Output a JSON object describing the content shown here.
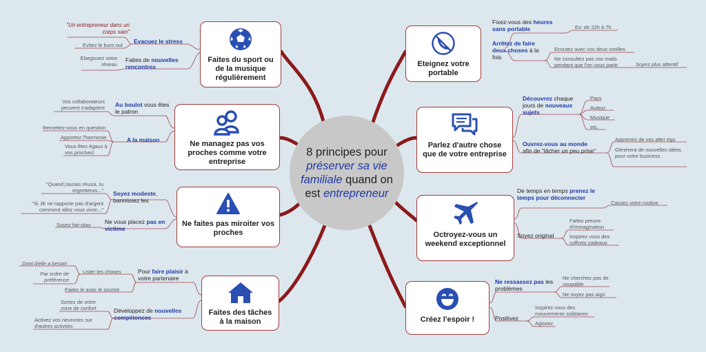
{
  "center": {
    "pre": "8 principes pour",
    "em1": "préserver sa vie familiale",
    "mid": "quand on est",
    "em2": "entrepreneur"
  },
  "nodes": {
    "sport": {
      "label": "Faites du sport ou de la musique régulièrement",
      "icon": "soccer-ball-icon"
    },
    "manage": {
      "label": "Ne managez pas vos proches comme votre entreprise",
      "icon": "users-icon"
    },
    "mirror": {
      "label": "Ne faites pas miroiter vos proches",
      "icon": "warning-icon"
    },
    "house": {
      "label": "Faites des tâches à la maison",
      "icon": "house-icon"
    },
    "phone": {
      "label": "Eteignez votre portable",
      "icon": "phone-off-icon"
    },
    "talk": {
      "label": "Parlez d'autre chose que de votre entreprise",
      "icon": "chat-icon"
    },
    "weekend": {
      "label": "Octroyez-vous un weekend exceptionnel",
      "icon": "airplane-icon"
    },
    "hope": {
      "label": "Créez l'espoir !",
      "icon": "smile-icon"
    }
  },
  "sport": {
    "quote": "\"Un entrepreneur dans un corps sain\"",
    "stress_b": "Evacuez le stress",
    "stress_sub": "Evitez le burn out",
    "renc_pre": "Faites de",
    "renc_b": "nouvelles rencontres",
    "renc_sub": "Elargissez votre réseau"
  },
  "manage": {
    "boulot_b": "Au boulot",
    "boulot_rest": "vous êtes le patron",
    "boulot_sub": "Vos collaborateurs peuvent s'adaptent",
    "maison_b": "A la maison",
    "maison_sub1": "Remettez-vous en question",
    "maison_sub2": "Apportez l'harmonie",
    "maison_sub3": "Vous êtes égaux à vos proches!"
  },
  "mirror": {
    "modeste_b": "Soyez modeste",
    "modeste_rest": "bannissez les",
    "q1": "\"Quand j'aurais réussi, tu regretteras...\"",
    "q2": "\"Si JE ne rapporte pas d'argent comment allez vous vivre...\"",
    "victime_pre": "Ne vous placez",
    "victime_b": "pas en victime",
    "victime_sub": "Soyez fair-play"
  },
  "house": {
    "plaisir_pre": "Pour",
    "plaisir_b": "faire plaisir",
    "plaisir_rest": "à votre partenaire",
    "lister": "Lister les choses",
    "dont": "Dont il/elle a besoin",
    "ordre": "Par ordre de préférence",
    "sourire": "Faites le avec le sourire",
    "comp_pre": "Développez de",
    "comp_b": "nouvelles compétences",
    "comp_sub1": "Sortez de votre zone de confort",
    "comp_sub2": "Activez vos neurones sur d'autres activités"
  },
  "phone": {
    "heures_pre": "Fixez-vous des",
    "heures_b": "heures sans portable",
    "heures_sub": "Ex: de 22h à 7h",
    "arret_b": "Arrêtez de faire deux choses",
    "arret_rest": "à la fois",
    "arret_sub1": "Ecoutez avec vos deux oreilles",
    "arret_sub2": "Ne consultez pas vos mails pendant que l'on vous parle",
    "arret_sub3": "Soyez plus attentif"
  },
  "talk": {
    "dec_b": "Découvrez",
    "dec_rest": "chaque jours de",
    "dec_b2": "nouveaux sujets",
    "pays": "Pays",
    "auteur": "Auteur",
    "musique": "Musique",
    "etc": "etc.",
    "ouv_b": "Ouvrez-vous au monde",
    "ouv_rest": "afin de \"lâcher un peu prise\"",
    "ouv_sub1": "Apprenez de vos alter ego",
    "ouv_sub2": "Générera de nouvelles idées pour votre business"
  },
  "weekend": {
    "temps_pre": "De temps en temps",
    "temps_b": "prenez le temps pour déconnecter",
    "temps_sub": "Cassez votre routine",
    "orig": "Soyez original",
    "orig_sub1": "Faites preuve d'immagination",
    "orig_sub2": "Inspirez vous des coffrets cadeaux"
  },
  "hope": {
    "ress_b": "Ne ressassez pas",
    "ress_rest": "les problèmes",
    "ress_sub1": "Ne cherchez pas de coupable",
    "ress_sub2": "Ne soyez pas aigri",
    "pos": "Positivez",
    "pos_sub1": "Inspirez vous des mouvements solidaires",
    "pos_sub2": "Agissez"
  },
  "colors": {
    "branch": "#8b1a1a",
    "node_border": "#a33a3a",
    "accent": "#1f3aa5",
    "icon": "#2a4fb3",
    "background": "#dde7ee",
    "center": "#c8c8c8"
  }
}
